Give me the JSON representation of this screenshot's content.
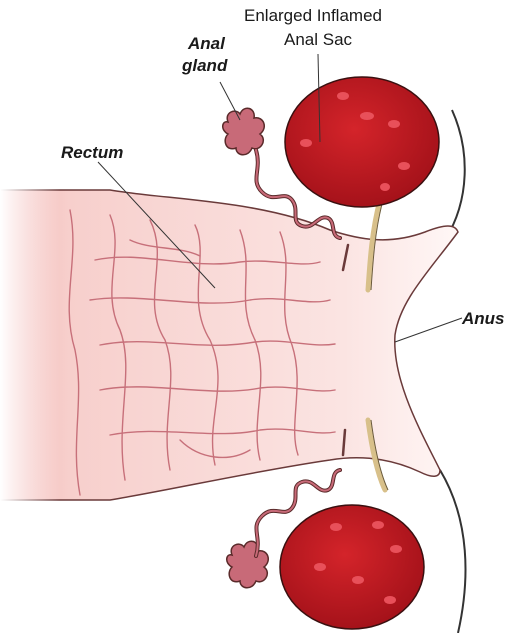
{
  "labels": {
    "sac_line1": "Enlarged Inflamed",
    "sac_line2": "Anal Sac",
    "gland_line1": "Anal",
    "gland_line2": "gland",
    "rectum": "Rectum",
    "anus": "Anus"
  },
  "colors": {
    "sac_fill": "#c0171c",
    "sac_spot": "#e8505a",
    "gland_fill": "#c86a78",
    "rectum_fill": "#f6c9c7",
    "rectum_fold": "#c7707a",
    "duct": "#d8c08a",
    "outline": "#5a2a2a"
  }
}
